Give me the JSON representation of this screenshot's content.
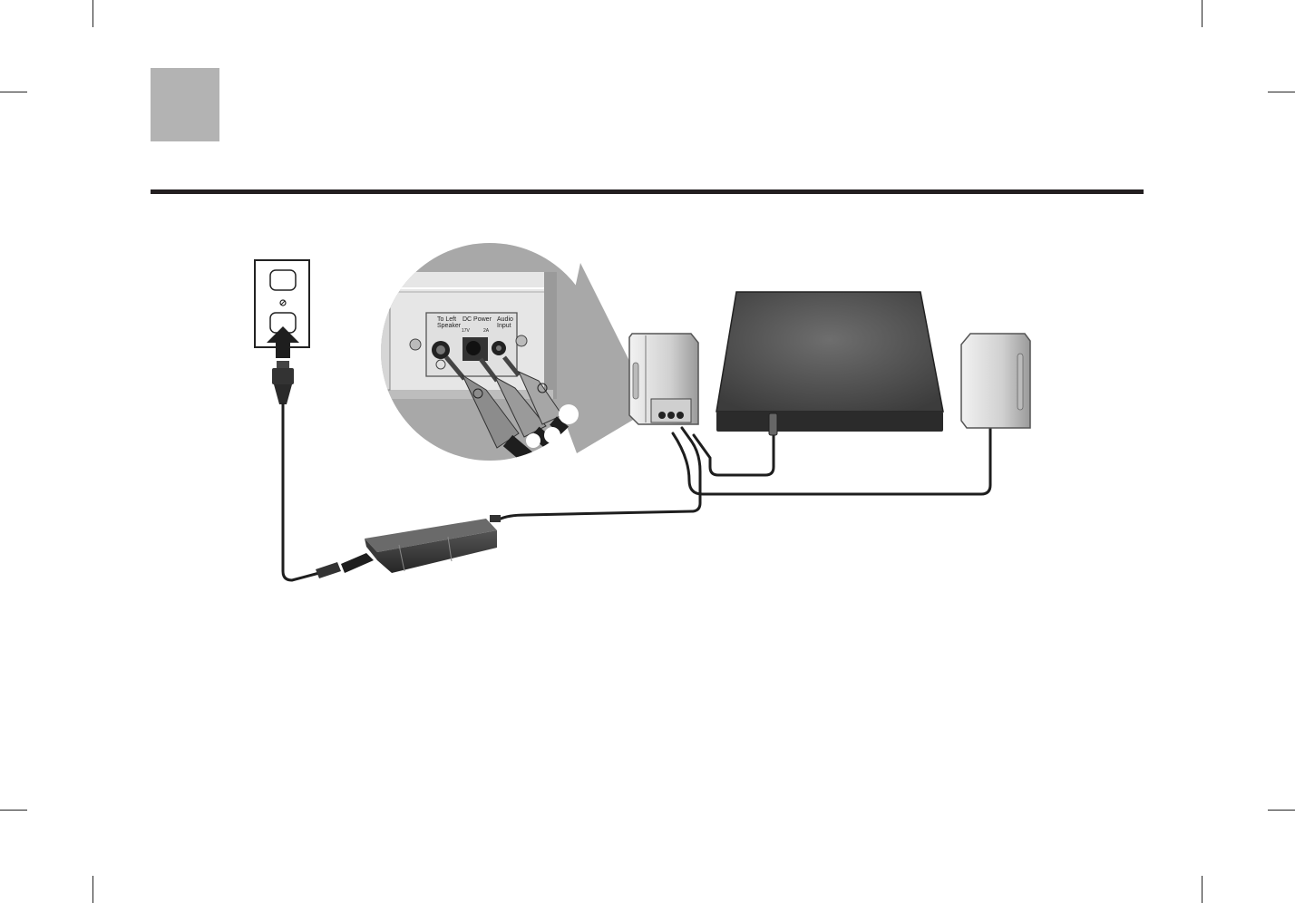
{
  "panel_labels": {
    "to_left_speaker": "To Left\nSpeaker",
    "dc_power": "DC Power",
    "voltage": "17V",
    "current": "2A",
    "audio_input": "Audio\nInput"
  },
  "colors": {
    "tab": "#b3b3b3",
    "rule": "#231f20",
    "cable": "#1e1e1e",
    "zoom_circle": "#a8a8a8",
    "laptop": "#5a5a5a"
  }
}
